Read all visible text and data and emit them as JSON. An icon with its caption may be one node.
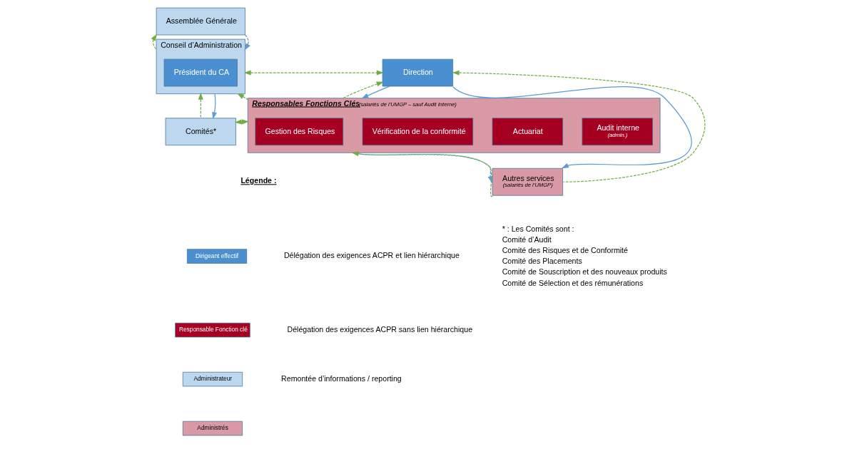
{
  "diagram": {
    "nodes": [
      {
        "text": [
          "Assemblée Générale"
        ]
      },
      {
        "text": [
          "Conseil d’Administration"
        ]
      },
      {
        "text": [
          "Président du CA"
        ],
        "in": 1
      },
      {
        "text": [
          "Direction"
        ]
      },
      {
        "text": [
          "Comités*"
        ]
      },
      {
        "text": [
          "Responsables Fonctions Clés",
          "(salariés de l’UMGP – sauf Audit Interne)"
        ]
      },
      {
        "text": [
          "Gestion des Risques"
        ],
        "in": 5
      },
      {
        "text": [
          "Vérification de la conformité"
        ],
        "in": 5
      },
      {
        "text": [
          "Actuariat"
        ],
        "in": 5
      },
      {
        "text": [
          "Audit interne",
          "(admin.)"
        ],
        "in": 5
      },
      {
        "text": [
          "Autres services",
          "(salariés de l’UMGP)"
        ]
      }
    ],
    "edges": [
      {
        "from": 1,
        "to": 0,
        "arrow": "to",
        "style": "dashed"
      },
      {
        "from": 0,
        "to": 1,
        "arrow": "to",
        "style": "dashed",
        "color": "#5b9bd5"
      },
      {
        "from": 1,
        "to": 3,
        "arrow": "both",
        "style": "dashed"
      },
      {
        "from": 5,
        "to": 3,
        "arrow": "to",
        "style": "dashed"
      },
      {
        "from": 5,
        "to": 1,
        "arrow": "to",
        "style": "dashed"
      },
      {
        "from": 4,
        "to": 1,
        "arrow": "to",
        "style": "dashed"
      },
      {
        "from": 1,
        "to": 4,
        "arrow": "to",
        "color": "#5b9bd5"
      },
      {
        "from": 4,
        "to": 5,
        "arrow": "both",
        "style": "dashed"
      },
      {
        "from": 3,
        "to": 5,
        "arrow": "to",
        "color": "#5b9bd5"
      },
      {
        "from": 3,
        "to": 10,
        "arrow": "to",
        "color": "#5b9bd5"
      },
      {
        "from": 10,
        "to": 3,
        "arrow": "to",
        "style": "dashed"
      },
      {
        "from": 5,
        "to": 10,
        "arrow": "to",
        "style": "dashed",
        "color": "#5b9bd5"
      },
      {
        "from": 10,
        "to": 5,
        "arrow": "to",
        "style": "dashed"
      }
    ],
    "labels": [
      "Légende :",
      "* : Les Comités sont :",
      "Comité d’Audit",
      "Comité des Risques et de Conformité",
      "Comité des Placements",
      "Comité de Souscription et des nouveaux produits",
      "Comité de Sélection et des rémunérations"
    ],
    "legend": [
      {
        "text": "Dirigeant effectif",
        "color": "#4a8fd0"
      },
      {
        "text": "Responsable Fonction clé",
        "color": "#a50021"
      },
      {
        "text": "Administrateur",
        "color": "#bdd7ee"
      },
      {
        "text": "Administrés",
        "color": "#d99aa5"
      },
      {
        "text": "Délégation des exigences ACPR et lien hiérarchique"
      },
      {
        "text": "Délégation des exigences ACPR sans lien hiérarchique"
      },
      {
        "text": "Remontée d’informations / reporting"
      }
    ]
  }
}
